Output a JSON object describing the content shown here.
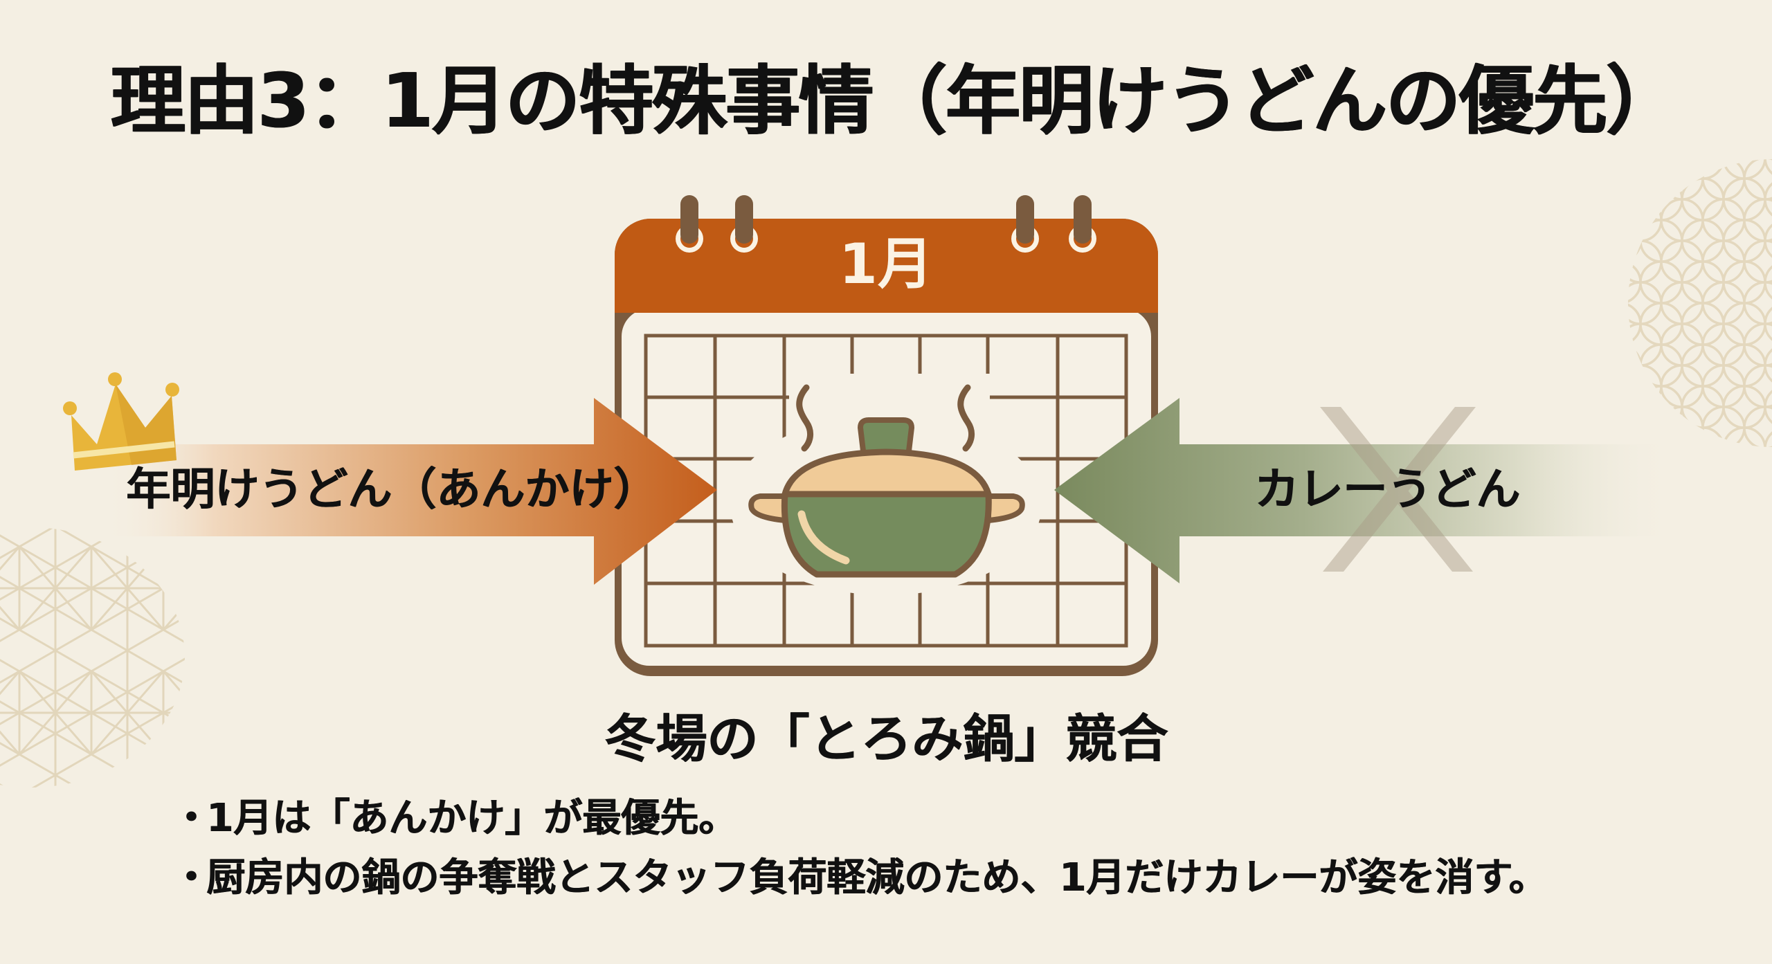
{
  "slide": {
    "title": "理由3：1月の特殊事情（年明けうどんの優先）",
    "calendar": {
      "month_label": "1月",
      "grid": {
        "columns": 7,
        "rows": 5
      },
      "center_icon": "steaming-pot-icon"
    },
    "arrows": {
      "left": {
        "label": "年明けうどん（あんかけ）",
        "badge_icon": "crown-icon",
        "color": "#C8692A",
        "direction": "right"
      },
      "right": {
        "label": "カレーうどん",
        "overlay_icon": "cross-mark-icon",
        "color": "#7C8B60",
        "direction": "left"
      }
    },
    "subtitle": "冬場の「とろみ鍋」競合",
    "bullets": [
      {
        "marker": "・",
        "text": "1月は「あんかけ」が最優先。"
      },
      {
        "marker": "・",
        "text": "厨房内の鍋の争奪戦とスタッフ負荷軽減のため、1月だけカレーが姿を消す。"
      }
    ],
    "decorations": {
      "left_pattern": "asanoha-pattern",
      "right_pattern": "shippo-pattern"
    }
  },
  "colors": {
    "background": "#F4EFE3",
    "calendar_header": "#C05A14",
    "calendar_outline": "#7A5B3F",
    "calendar_face": "#F6F1E6",
    "pot_lid": "#F0CB98",
    "pot_body": "#758C5D",
    "crown": "#E8B53A",
    "text": "#111111"
  }
}
